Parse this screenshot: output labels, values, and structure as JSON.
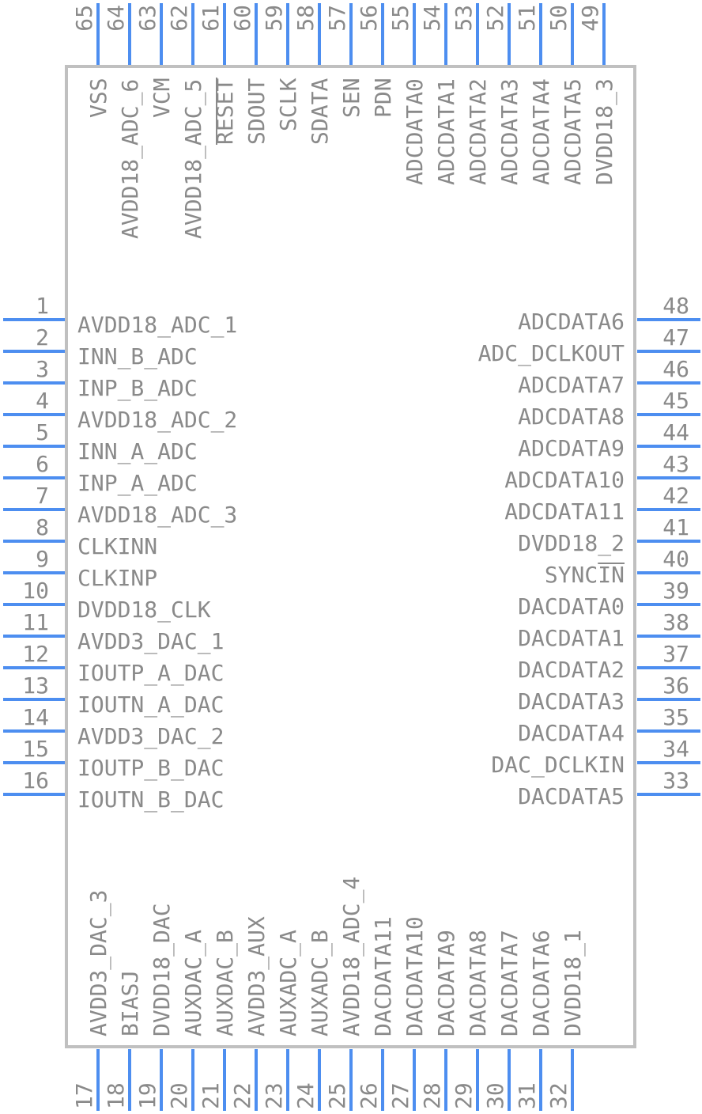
{
  "colors": {
    "pin": "#4d8ef0",
    "body_stroke": "#c0c0c0",
    "text": "#8a8a8a",
    "overbar": "#8a8a8a"
  },
  "pins": {
    "left": [
      {
        "num": "1",
        "label": "AVDD18_ADC_1"
      },
      {
        "num": "2",
        "label": "INN_B_ADC"
      },
      {
        "num": "3",
        "label": "INP_B_ADC"
      },
      {
        "num": "4",
        "label": "AVDD18_ADC_2"
      },
      {
        "num": "5",
        "label": "INN_A_ADC"
      },
      {
        "num": "6",
        "label": "INP_A_ADC"
      },
      {
        "num": "7",
        "label": "AVDD18_ADC_3"
      },
      {
        "num": "8",
        "label": "CLKINN"
      },
      {
        "num": "9",
        "label": "CLKINP"
      },
      {
        "num": "10",
        "label": "DVDD18_CLK"
      },
      {
        "num": "11",
        "label": "AVDD3_DAC_1"
      },
      {
        "num": "12",
        "label": "IOUTP_A_DAC"
      },
      {
        "num": "13",
        "label": "IOUTN_A_DAC"
      },
      {
        "num": "14",
        "label": "AVDD3_DAC_2"
      },
      {
        "num": "15",
        "label": "IOUTP_B_DAC"
      },
      {
        "num": "16",
        "label": "IOUTN_B_DAC"
      }
    ],
    "right": [
      {
        "num": "48",
        "label": "ADCDATA6"
      },
      {
        "num": "47",
        "label": "ADC_DCLKOUT"
      },
      {
        "num": "46",
        "label": "ADCDATA7"
      },
      {
        "num": "45",
        "label": "ADCDATA8"
      },
      {
        "num": "44",
        "label": "ADCDATA9"
      },
      {
        "num": "43",
        "label": "ADCDATA10"
      },
      {
        "num": "42",
        "label": "ADCDATA11"
      },
      {
        "num": "41",
        "label": "DVDD18_2"
      },
      {
        "num": "40",
        "label": "SYNCIN",
        "overbar": "IN"
      },
      {
        "num": "39",
        "label": "DACDATA0"
      },
      {
        "num": "38",
        "label": "DACDATA1"
      },
      {
        "num": "37",
        "label": "DACDATA2"
      },
      {
        "num": "36",
        "label": "DACDATA3"
      },
      {
        "num": "35",
        "label": "DACDATA4"
      },
      {
        "num": "34",
        "label": "DAC_DCLKIN"
      },
      {
        "num": "33",
        "label": "DACDATA5"
      }
    ],
    "top": [
      {
        "num": "65",
        "label": "VSS"
      },
      {
        "num": "64",
        "label": "AVDD18_ADC_6"
      },
      {
        "num": "63",
        "label": "VCM"
      },
      {
        "num": "62",
        "label": "AVDD18_ADC_5"
      },
      {
        "num": "61",
        "label": "RESET",
        "overbar": "RESET"
      },
      {
        "num": "60",
        "label": "SDOUT"
      },
      {
        "num": "59",
        "label": "SCLK"
      },
      {
        "num": "58",
        "label": "SDATA"
      },
      {
        "num": "57",
        "label": "SEN"
      },
      {
        "num": "56",
        "label": "PDN"
      },
      {
        "num": "55",
        "label": "ADCDATA0"
      },
      {
        "num": "54",
        "label": "ADCDATA1"
      },
      {
        "num": "53",
        "label": "ADCDATA2"
      },
      {
        "num": "52",
        "label": "ADCDATA3"
      },
      {
        "num": "51",
        "label": "ADCDATA4"
      },
      {
        "num": "50",
        "label": "ADCDATA5"
      },
      {
        "num": "49",
        "label": "DVDD18_3"
      }
    ],
    "bottom": [
      {
        "num": "17",
        "label": "AVDD3_DAC_3"
      },
      {
        "num": "18",
        "label": "BIASJ"
      },
      {
        "num": "19",
        "label": "DVDD18_DAC"
      },
      {
        "num": "20",
        "label": "AUXDAC_A"
      },
      {
        "num": "21",
        "label": "AUXDAC_B"
      },
      {
        "num": "22",
        "label": "AVDD3_AUX"
      },
      {
        "num": "23",
        "label": "AUXADC_A"
      },
      {
        "num": "24",
        "label": "AUXADC_B"
      },
      {
        "num": "25",
        "label": "AVDD18_ADC_4"
      },
      {
        "num": "26",
        "label": "DACDATA11"
      },
      {
        "num": "27",
        "label": "DACDATA10"
      },
      {
        "num": "28",
        "label": "DACDATA9"
      },
      {
        "num": "29",
        "label": "DACDATA8"
      },
      {
        "num": "30",
        "label": "DACDATA7"
      },
      {
        "num": "31",
        "label": "DACDATA6"
      },
      {
        "num": "32",
        "label": "DVDD18_1"
      }
    ]
  }
}
